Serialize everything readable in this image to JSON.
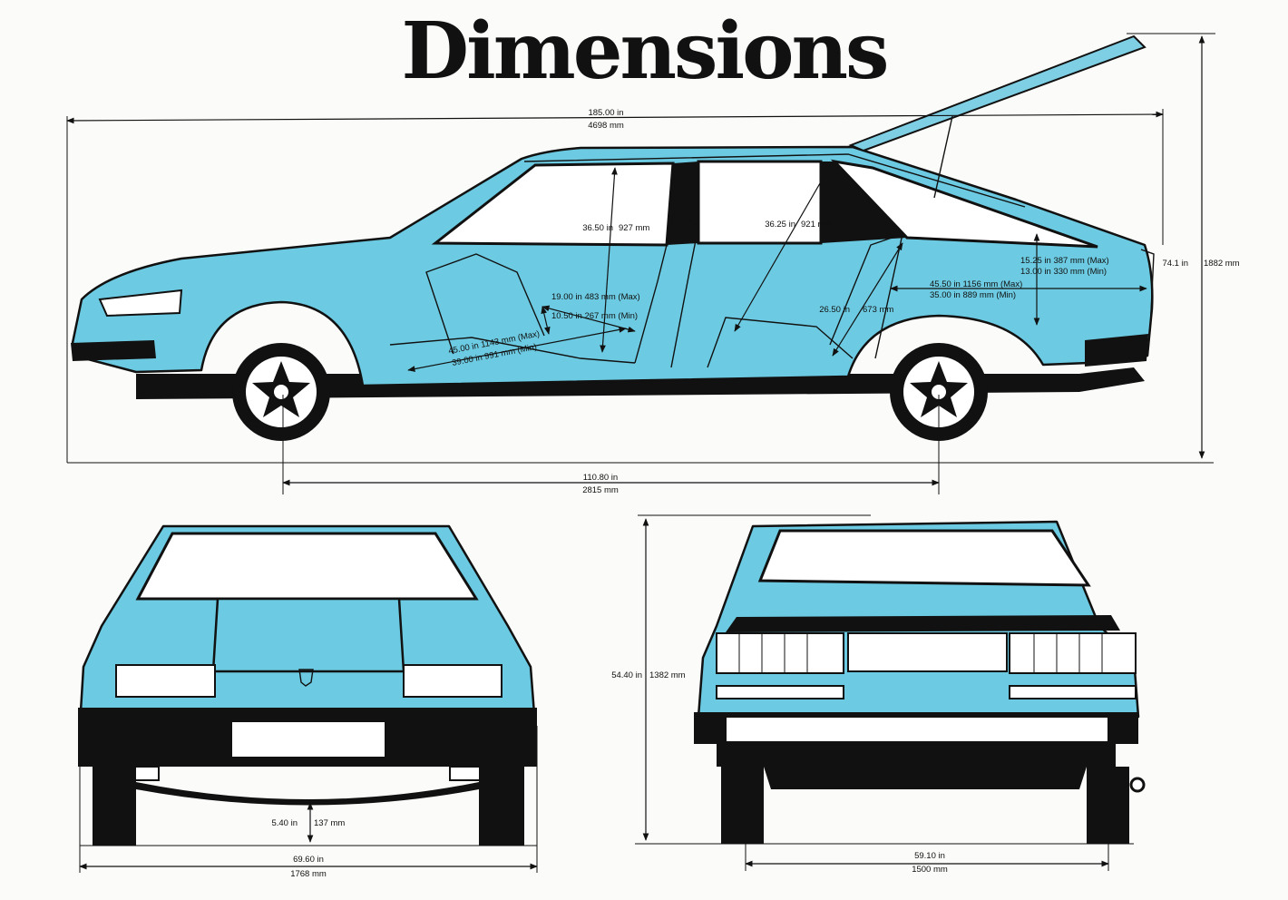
{
  "title": "Dimensions",
  "colors": {
    "body": "#6ccbe2",
    "ink": "#111111",
    "paper": "#fbfbf9"
  },
  "side_view": {
    "overall_length": {
      "in": "185.00 in",
      "mm": "4698 mm"
    },
    "height": {
      "in": "74.1 in",
      "mm": "1882 mm"
    },
    "wheelbase": {
      "in": "110.80 in",
      "mm": "2815 mm"
    },
    "front_headroom": {
      "in": "36.50 in",
      "mm": "927 mm"
    },
    "rear_headroom": {
      "in": "36.25 in",
      "mm": "921 mm"
    },
    "front_seat_travel": {
      "max": "19.00 in   483 mm (Max)",
      "min": "10.50 in   267 mm (Min)"
    },
    "front_legroom": {
      "max": "45.00 in 1143 mm (Max)",
      "min": "39.00 in   991 mm (Min)"
    },
    "rear_legroom": {
      "in": "26.50 in",
      "mm": "673 mm"
    },
    "load_height": {
      "max": "15.25 in   387 mm (Max)",
      "min": "13.00 in   330 mm (Min)"
    },
    "load_length": {
      "max": "45.50 in 1156 mm (Max)",
      "min": "35.00 in   889 mm (Min)"
    }
  },
  "front_view": {
    "ground_clearance": {
      "in": "5.40 in",
      "mm": "137 mm"
    },
    "overall_width": {
      "in": "69.60 in",
      "mm": "1768 mm"
    }
  },
  "rear_view": {
    "height": {
      "in": "54.40 in",
      "mm": "1382 mm"
    },
    "rear_track": {
      "in": "59.10 in",
      "mm": "1500 mm"
    }
  }
}
